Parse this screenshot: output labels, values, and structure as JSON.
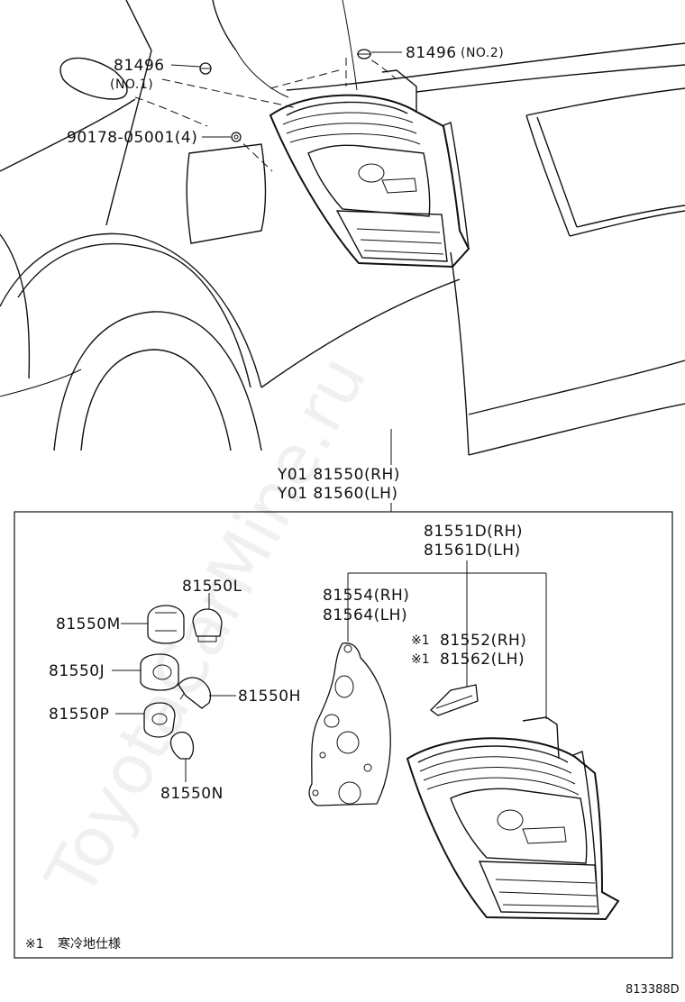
{
  "labels": {
    "clip_81496_no1_part": "81496",
    "clip_81496_no1_qual": "(NO.1)",
    "clip_81496_no2_part": "81496",
    "clip_81496_no2_qual": "(NO.2)",
    "nut_90178": "90178-05001(4)",
    "assy_rh": "Y01 81550(RH)",
    "assy_lh": "Y01 81560(LH)",
    "lens_rh": "81551D(RH)",
    "lens_lh": "81561D(LH)",
    "gasket_rh": "81554(RH)",
    "gasket_lh": "81564(LH)",
    "cover_rh": "81552(RH)",
    "cover_lh": "81562(LH)",
    "cover_mark": "※1",
    "bulb_l": "81550L",
    "socket_m": "81550M",
    "socket_j": "81550J",
    "bulb_h": "81550H",
    "socket_p": "81550P",
    "bulb_n": "81550N",
    "note_mark": "※1",
    "note_text": "寒冷地仕様",
    "diagram_id": "813388D"
  },
  "watermark": "ToyotaCarMine.ru"
}
